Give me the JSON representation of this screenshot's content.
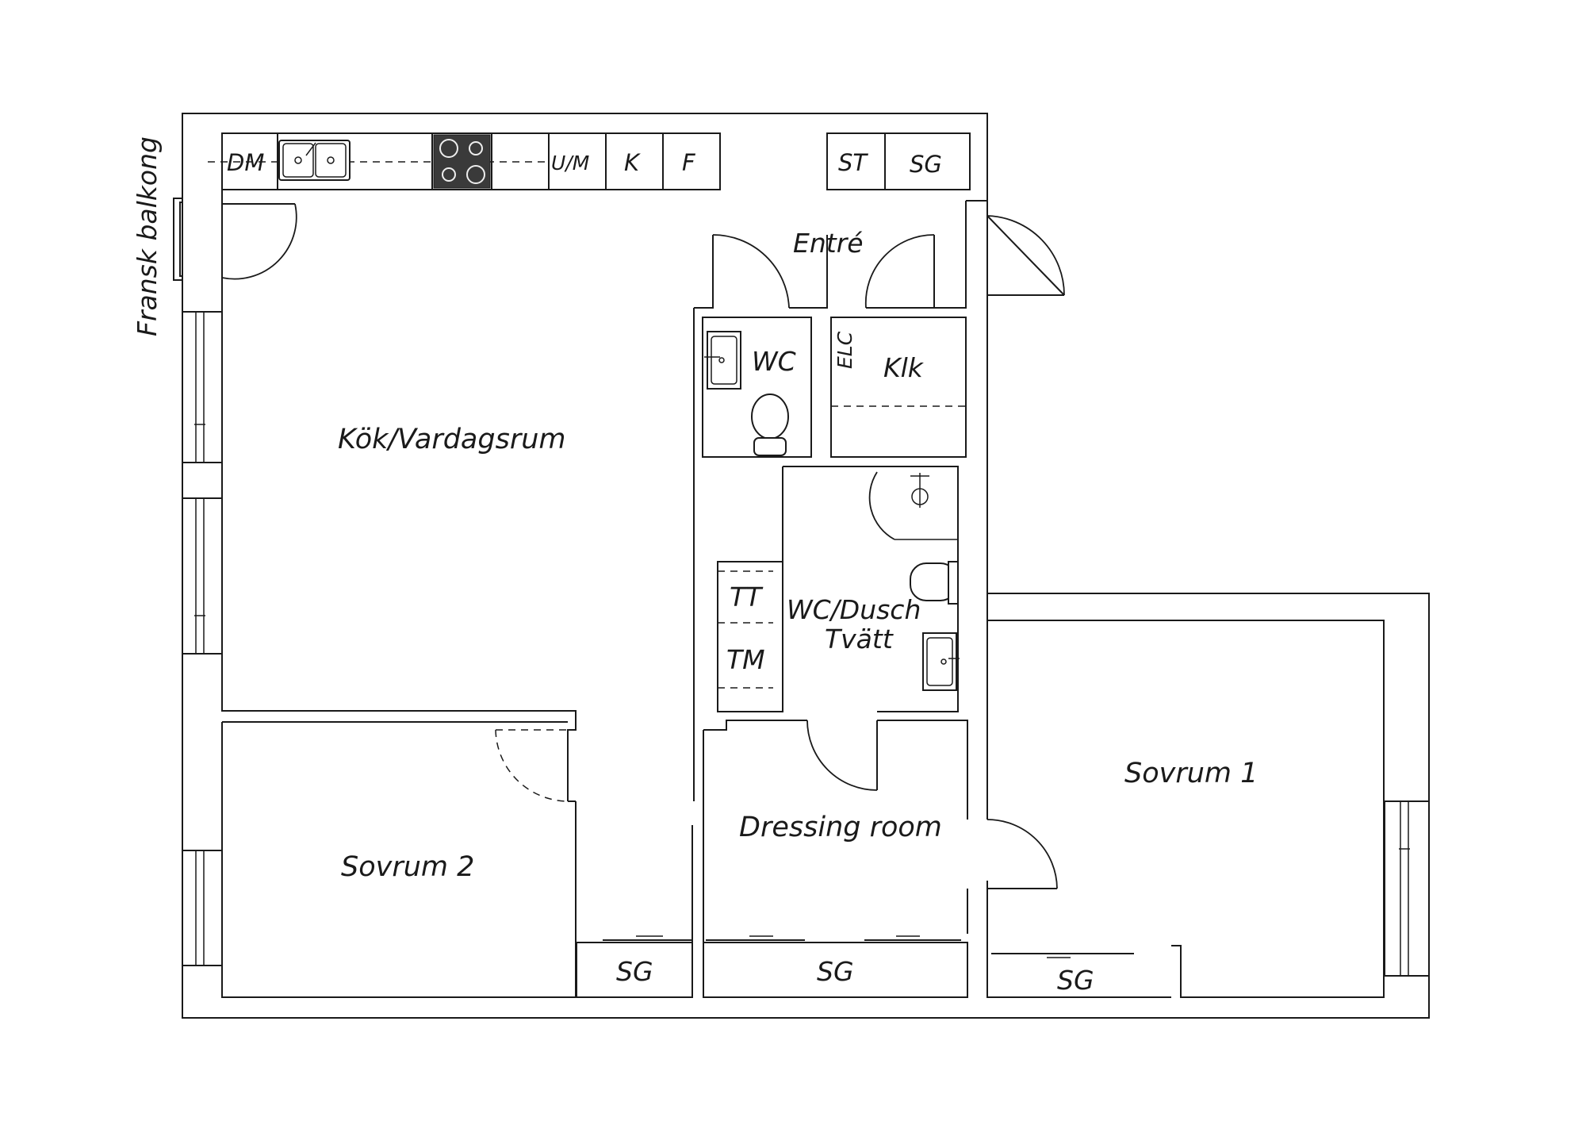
{
  "rooms": {
    "kitchen_living": "Kök/Vardagsrum",
    "wc": "WC",
    "klk": "Klk",
    "elc": "ELC",
    "entre": "Entré",
    "wc_dusch": "WC/Dusch",
    "tvatt": "Tvätt",
    "bedroom1": "Sovrum 1",
    "bedroom2": "Sovrum 2",
    "dressing": "Dressing room"
  },
  "fixtures": {
    "dm": "DM",
    "um": "U/M",
    "k": "K",
    "f": "F",
    "st": "ST",
    "sg_entry": "SG",
    "tt": "TT",
    "tm": "TM",
    "sg_bedroom2": "SG",
    "sg_dressing": "SG",
    "sg_bedroom1": "SG"
  },
  "balcony": "Fransk balkong"
}
